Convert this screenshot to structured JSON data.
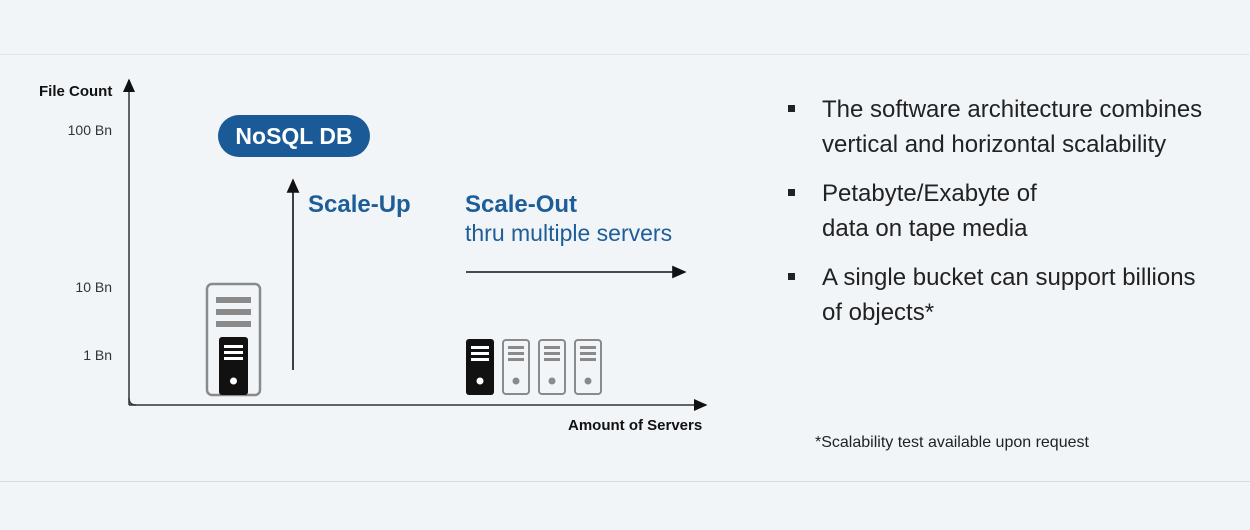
{
  "axes": {
    "y_label": "File Count",
    "x_label": "Amount of Servers",
    "ticks": [
      "100 Bn",
      "10 Bn",
      "1 Bn"
    ]
  },
  "nosql_label": "NoSQL DB",
  "scale_up": {
    "title": "Scale-Up"
  },
  "scale_out": {
    "title": "Scale-Out",
    "subtitle": "thru multiple servers"
  },
  "bullets": [
    "The software architecture combines vertical and horizontal scalability",
    "Petabyte/Exabyte of data on tape media",
    "A single bucket can support billions of objects*"
  ],
  "footnote": "*Scalability test available upon request",
  "colors": {
    "accent": "#1a5a96",
    "server_outline": "#8a8a8a",
    "server_dark": "#111111"
  }
}
